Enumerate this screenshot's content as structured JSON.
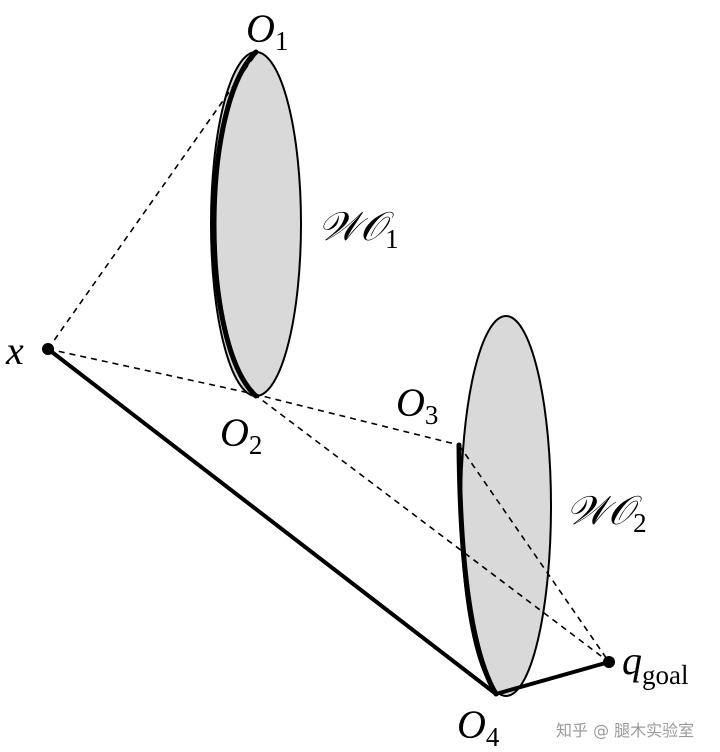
{
  "labels": {
    "x": {
      "main": "x",
      "sub": ""
    },
    "o1": {
      "main": "O",
      "sub": "1"
    },
    "o2": {
      "main": "O",
      "sub": "2"
    },
    "o3": {
      "main": "O",
      "sub": "3"
    },
    "o4": {
      "main": "O",
      "sub": "4"
    },
    "wo1": {
      "main": "𝒲𝒪",
      "sub": "1"
    },
    "wo2": {
      "main": "𝒲𝒪",
      "sub": "2"
    },
    "goal": {
      "main": "q",
      "sub": "goal"
    }
  },
  "watermark": "知乎 @ 腿木实验室",
  "colors": {
    "obstacle_fill": "#d9d9d9",
    "stroke": "#000000"
  }
}
